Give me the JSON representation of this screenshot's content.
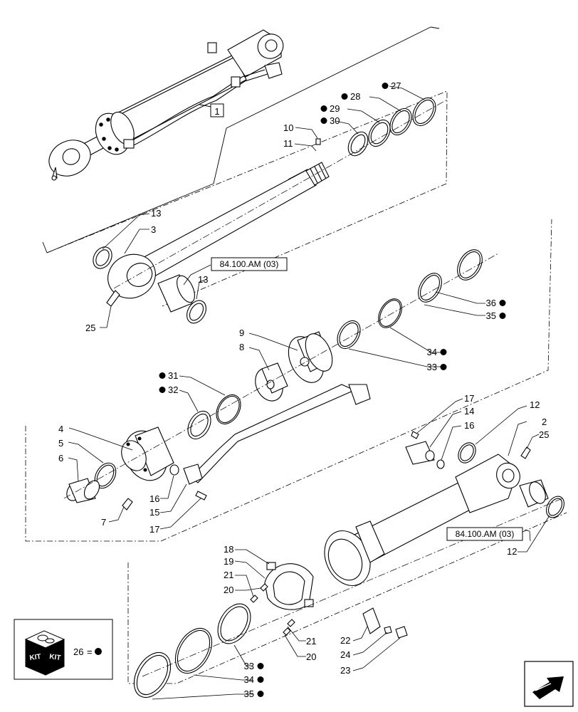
{
  "diagram": {
    "callouts": [
      {
        "id": "c1",
        "text": "1"
      },
      {
        "id": "c2",
        "text": "2"
      },
      {
        "id": "c3",
        "text": "3"
      },
      {
        "id": "c4",
        "text": "4"
      },
      {
        "id": "c5",
        "text": "5"
      },
      {
        "id": "c6",
        "text": "6"
      },
      {
        "id": "c7",
        "text": "7"
      },
      {
        "id": "c8",
        "text": "8"
      },
      {
        "id": "c9",
        "text": "9"
      },
      {
        "id": "c10",
        "text": "10"
      },
      {
        "id": "c11",
        "text": "11"
      },
      {
        "id": "c12a",
        "text": "12"
      },
      {
        "id": "c12b",
        "text": "12"
      },
      {
        "id": "c13a",
        "text": "13"
      },
      {
        "id": "c13b",
        "text": "13"
      },
      {
        "id": "c14",
        "text": "14"
      },
      {
        "id": "c15",
        "text": "15"
      },
      {
        "id": "c16a",
        "text": "16"
      },
      {
        "id": "c16b",
        "text": "16"
      },
      {
        "id": "c17a",
        "text": "17"
      },
      {
        "id": "c17b",
        "text": "17"
      },
      {
        "id": "c18",
        "text": "18"
      },
      {
        "id": "c19",
        "text": "19"
      },
      {
        "id": "c20a",
        "text": "20"
      },
      {
        "id": "c20b",
        "text": "20"
      },
      {
        "id": "c21a",
        "text": "21"
      },
      {
        "id": "c21b",
        "text": "21"
      },
      {
        "id": "c22",
        "text": "22"
      },
      {
        "id": "c23",
        "text": "23"
      },
      {
        "id": "c24",
        "text": "24"
      },
      {
        "id": "c25a",
        "text": "25"
      },
      {
        "id": "c25b",
        "text": "25"
      },
      {
        "id": "c27",
        "text": "27",
        "kit": true
      },
      {
        "id": "c28",
        "text": "28",
        "kit": true
      },
      {
        "id": "c29",
        "text": "29",
        "kit": true
      },
      {
        "id": "c30",
        "text": "30",
        "kit": true
      },
      {
        "id": "c31",
        "text": "31",
        "kit": true
      },
      {
        "id": "c32",
        "text": "32",
        "kit": true
      },
      {
        "id": "c33a",
        "text": "33",
        "kit": true
      },
      {
        "id": "c33b",
        "text": "33",
        "kit": true
      },
      {
        "id": "c34a",
        "text": "34",
        "kit": true
      },
      {
        "id": "c34b",
        "text": "34",
        "kit": true
      },
      {
        "id": "c35a",
        "text": "35",
        "kit": true
      },
      {
        "id": "c35b",
        "text": "35",
        "kit": true
      },
      {
        "id": "c36",
        "text": "36",
        "kit": true
      }
    ],
    "references": {
      "upper": "84.100.AM (03)",
      "lower": "84.100.AM (03)"
    },
    "legend": {
      "kit_text_1": "KIT",
      "kit_text_2": "KIT",
      "number": "26",
      "equals": "=",
      "symbol": "kit-dot-icon"
    },
    "icons": {
      "kit_box": "kit-box-icon",
      "navigation": "next-page-arrow-icon"
    }
  }
}
